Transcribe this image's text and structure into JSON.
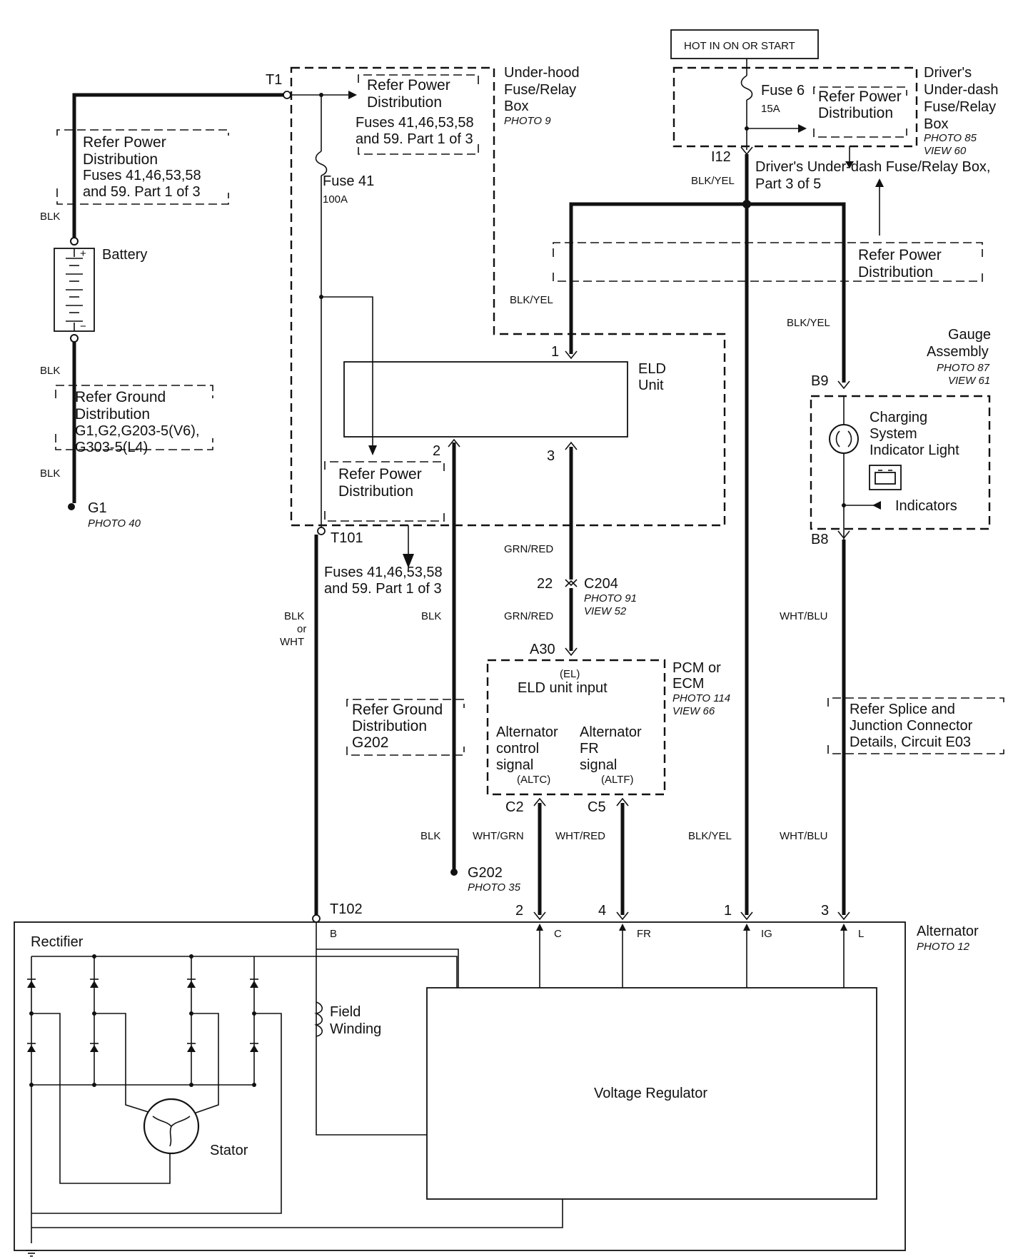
{
  "top_box": "HOT IN ON OR START",
  "underhood": {
    "title": [
      "Under-hood",
      "Fuse/Relay",
      "Box"
    ],
    "photo": "PHOTO 9",
    "t1": "T1",
    "fuse": "Fuse 41",
    "fuse_rating": "100A",
    "t101": "T101",
    "refer_top": [
      "Refer Power",
      "Distribution"
    ],
    "refer_top_fuses": [
      "Fuses 41,46,53,58",
      "and 59. Part 1 of 3"
    ],
    "refer_bottom": [
      "Refer Power",
      "Distribution"
    ],
    "refer_bottom_fuses": [
      "Fuses 41,46,53,58",
      "and 59. Part 1 of 3"
    ]
  },
  "driver_box": {
    "title": [
      "Driver's",
      "Under-dash",
      "Fuse/Relay",
      "Box"
    ],
    "photo": "PHOTO 85",
    "view": "VIEW 60",
    "fuse": "Fuse 6",
    "fuse_rating": "15A",
    "refer": [
      "Refer Power",
      "Distribution"
    ],
    "i12": "I12",
    "part_note": [
      "Driver's Under-dash Fuse/Relay Box,",
      "Part 3 of 5"
    ]
  },
  "refer_power_mid": [
    "Refer Power",
    "Distribution"
  ],
  "left_side": {
    "refer_power": [
      "Refer Power",
      "Distribution"
    ],
    "refer_power_fuses": [
      "Fuses 41,46,53,58",
      "and 59. Part 1 of 3"
    ],
    "battery": "Battery",
    "refer_ground": [
      "Refer Ground",
      "Distribution"
    ],
    "refer_ground_list": [
      "G1,G2,G203-5(V6),",
      "G303-5(L4)"
    ],
    "g1": "G1",
    "g1_photo": "PHOTO 40",
    "plus": "+",
    "minus": "−"
  },
  "eld": {
    "title": [
      "ELD",
      "Unit"
    ],
    "pin1": "1",
    "pin2": "2",
    "pin3": "3"
  },
  "gauge": {
    "title": [
      "Gauge",
      "Assembly"
    ],
    "photo": "PHOTO 87",
    "view": "VIEW 61",
    "b9": "B9",
    "b8": "B8",
    "light": [
      "Charging",
      "System",
      "Indicator Light"
    ],
    "indicators": "Indicators"
  },
  "c204": {
    "pin": "22",
    "name": "C204",
    "photo": "PHOTO 91",
    "view": "VIEW 52"
  },
  "pcm": {
    "pin": "A30",
    "title": [
      "PCM or",
      "ECM"
    ],
    "photo": "PHOTO 114",
    "view": "VIEW 66",
    "el": "(EL)",
    "eld_input": "ELD unit input",
    "altc": [
      "Alternator",
      "control",
      "signal"
    ],
    "altc_code": "(ALTC)",
    "altf": [
      "Alternator",
      "FR",
      "signal"
    ],
    "altf_code": "(ALTF)",
    "c2": "C2",
    "c5": "C5"
  },
  "refer_ground_g202": [
    "Refer Ground",
    "Distribution",
    "G202"
  ],
  "g202": {
    "name": "G202",
    "photo": "PHOTO 35"
  },
  "refer_splice": [
    "Refer Splice and",
    "Junction Connector",
    "Details, Circuit E03"
  ],
  "wires": {
    "blk": "BLK",
    "blk_or": "or",
    "wht": "WHT",
    "blk_yel": "BLK/YEL",
    "grn_red": "GRN/RED",
    "wht_blu": "WHT/BLU",
    "wht_grn": "WHT/GRN",
    "wht_red": "WHT/RED"
  },
  "alternator": {
    "title": "Alternator",
    "photo": "PHOTO 12",
    "t102": "T102",
    "pin2": "2",
    "pin4": "4",
    "pin1": "1",
    "pin3": "3",
    "term_b": "B",
    "term_c": "C",
    "term_fr": "FR",
    "term_ig": "IG",
    "term_l": "L",
    "rectifier": "Rectifier",
    "field": [
      "Field",
      "Winding"
    ],
    "stator": "Stator",
    "regulator": "Voltage Regulator"
  }
}
